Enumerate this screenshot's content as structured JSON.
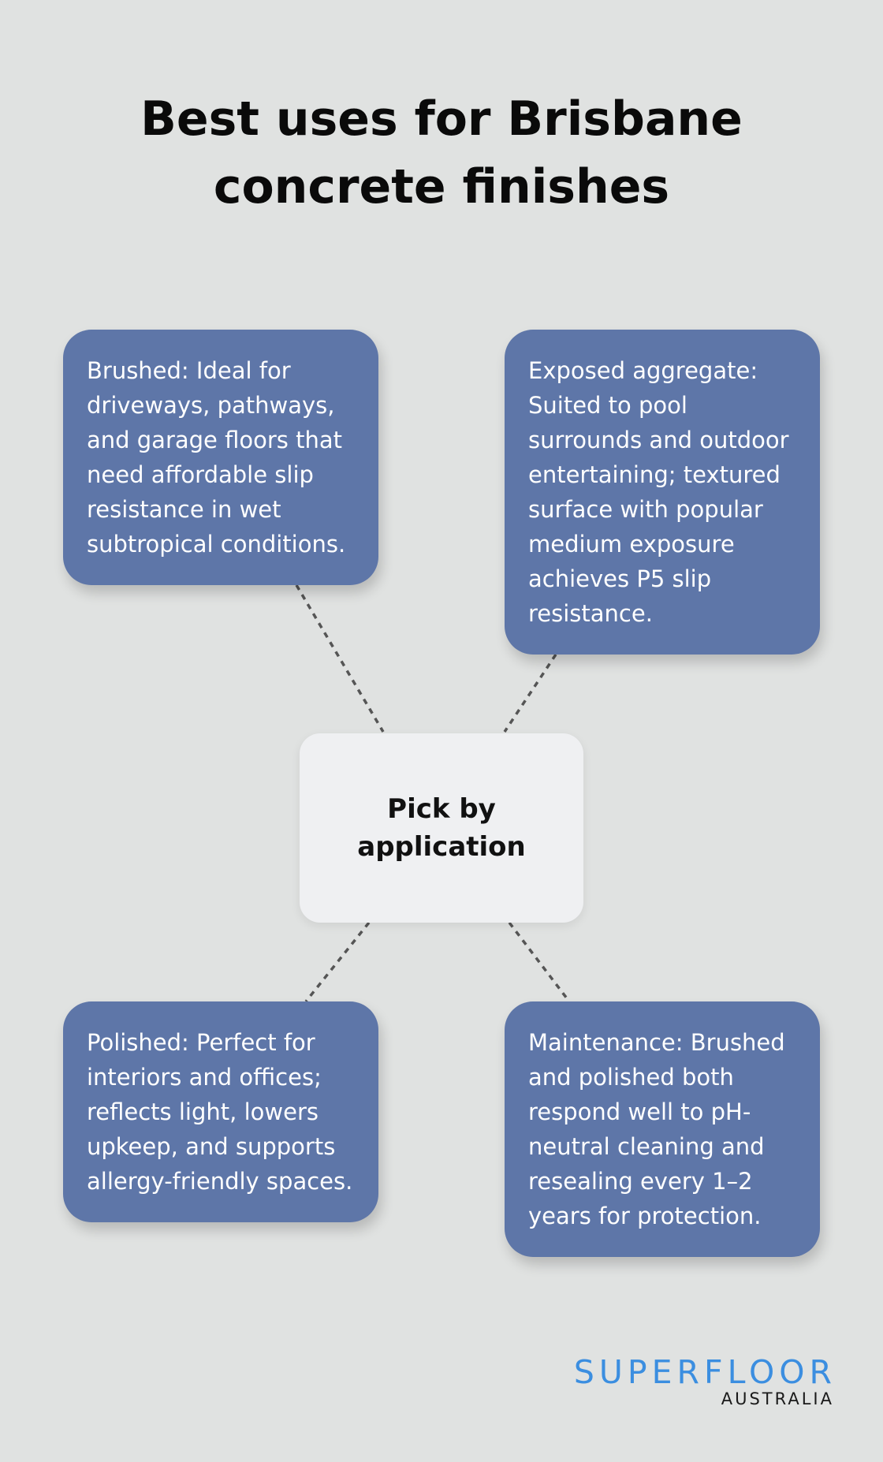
{
  "title": "Best uses for Brisbane concrete finishes",
  "center": {
    "label": "Pick by application"
  },
  "cards": [
    {
      "id": "brushed",
      "text": "Brushed: Ideal for driveways, pathways, and garage floors that need affordable slip resistance in wet subtropical conditions."
    },
    {
      "id": "exposed-aggregate",
      "text": "Exposed aggregate: Suited to pool surrounds and outdoor entertaining; textured surface with popular medium exposure achieves P5 slip resistance."
    },
    {
      "id": "polished",
      "text": "Polished: Perfect for interiors and offices; reflects light, lowers upkeep, and supports allergy-friendly spaces."
    },
    {
      "id": "maintenance",
      "text": "Maintenance: Brushed and polished both respond well to pH-neutral cleaning and resealing every 1–2 years for protection."
    }
  ],
  "brand": {
    "name": "SUPERFLOOR",
    "sub": "AUSTRALIA"
  },
  "colors": {
    "background": "#e0e2e1",
    "card": "#5e76a8",
    "center_box": "#eff0f2",
    "connector": "#555555",
    "brand_accent": "#3b8ee0"
  }
}
